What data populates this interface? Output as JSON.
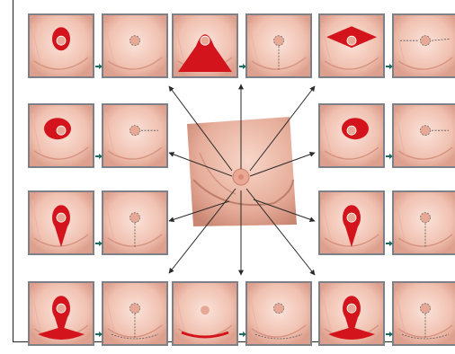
{
  "colors": {
    "skin_light": "#f6d3c7",
    "skin_mid": "#eab5a4",
    "skin_shadow": "#d7927f",
    "excision_red": "#d3141c",
    "areola": "#e8a896",
    "panel_border": "#7d8087",
    "panel_bg": "#e3e6ec",
    "arrow": "#2a2a2a",
    "transition_arrow": "#1f6b63"
  },
  "diagram": {
    "center_image": "breast-center-oblique",
    "panel_pairs": [
      {
        "before": "breast-before-1",
        "after": "breast-after-1"
      },
      {
        "before": "breast-before-2",
        "after": "breast-after-2"
      },
      {
        "before": "breast-before-3",
        "after": "breast-after-3"
      },
      {
        "before": "breast-before-4",
        "after": "breast-after-4"
      },
      {
        "before": "breast-before-5",
        "after": "breast-after-5"
      },
      {
        "before": "breast-before-6",
        "after": "breast-after-6"
      },
      {
        "before": "breast-before-7",
        "after": "breast-after-7"
      },
      {
        "before": "breast-before-8",
        "after": "breast-after-8"
      },
      {
        "before": "breast-before-9",
        "after": "breast-after-9"
      },
      {
        "before": "breast-before-10",
        "after": "breast-after-10"
      }
    ]
  }
}
